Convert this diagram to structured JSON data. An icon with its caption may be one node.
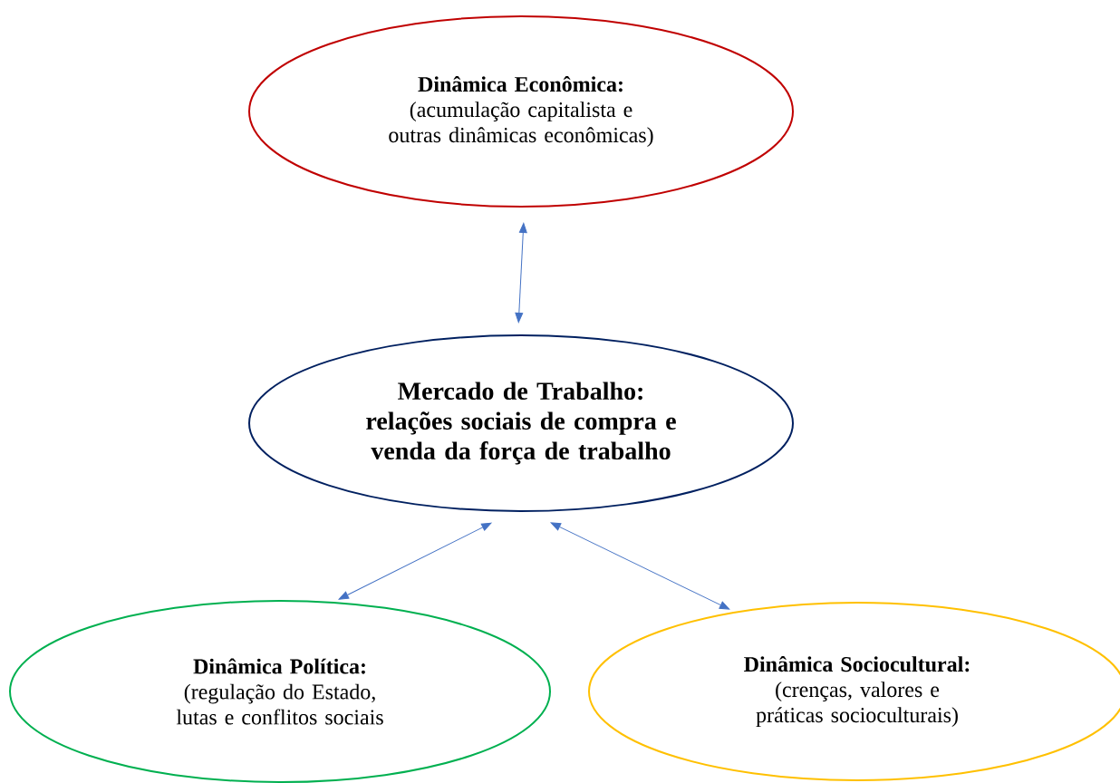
{
  "diagram": {
    "nodes": [
      {
        "text": [
          "Dinâmica Econômica:",
          "(acumulação capitalista e outras dinâmicas econômicas)"
        ]
      },
      {
        "text": [
          "Mercado de Trabalho:",
          "relações sociais de compra e venda da força de trabalho"
        ]
      },
      {
        "text": [
          "Dinâmica Política:",
          "(regulação do Estado, lutas e conflitos sociais"
        ]
      },
      {
        "text": [
          "Dinâmica Sociocultural:",
          "(crenças, valores e práticas socioculturais)"
        ]
      }
    ],
    "edges": [
      {
        "from": 0,
        "to": 1,
        "arrow": "both"
      },
      {
        "from": 1,
        "to": 2,
        "arrow": "both"
      },
      {
        "from": 1,
        "to": 3,
        "arrow": "both"
      }
    ]
  }
}
